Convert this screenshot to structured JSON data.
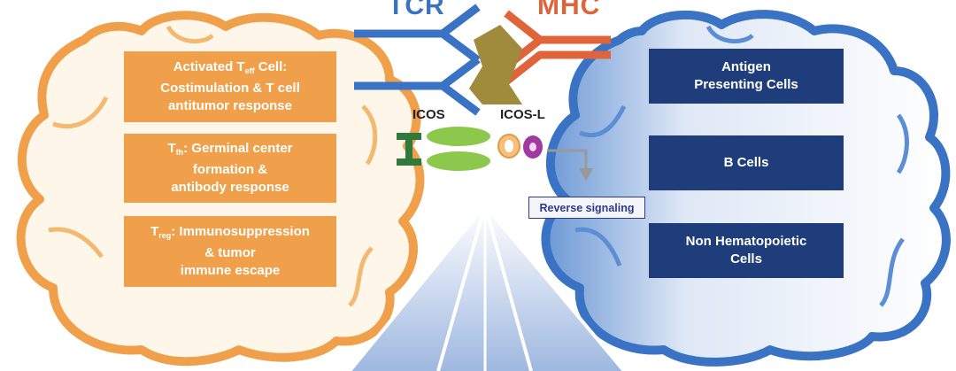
{
  "top_labels": {
    "tcr": "TCR",
    "mhc": "MHC"
  },
  "molecule_labels": {
    "icos": "ICOS",
    "icos_l": "ICOS-L"
  },
  "reverse_signaling": "Reverse signaling",
  "left_cell": {
    "boxes": [
      {
        "pre": "Activated T",
        "sub": "eff",
        "post": " Cell:",
        "line2": "Costimulation & T cell",
        "line3": "antitumor response"
      },
      {
        "pre": "T",
        "sub": "fh",
        "post": ": Germinal center",
        "line2": "formation &",
        "line3": "antibody response"
      },
      {
        "pre": "T",
        "sub": "reg",
        "post": ": Immunosuppression",
        "line2": "& tumor",
        "line3": "immune escape"
      }
    ]
  },
  "right_cell": {
    "boxes": [
      {
        "line1": "Antigen",
        "line2": "Presenting Cells"
      },
      {
        "line1": "B Cells",
        "line2": ""
      },
      {
        "line1": "Non Hematopoietic",
        "line2": "Cells"
      }
    ]
  },
  "colors": {
    "orange": "#f0a04a",
    "blue": "#3a72c4",
    "navy": "#1f3d7a",
    "mhc_red": "#e0643a",
    "icos_green": "#8cc84b",
    "olive": "#a08a3c"
  }
}
